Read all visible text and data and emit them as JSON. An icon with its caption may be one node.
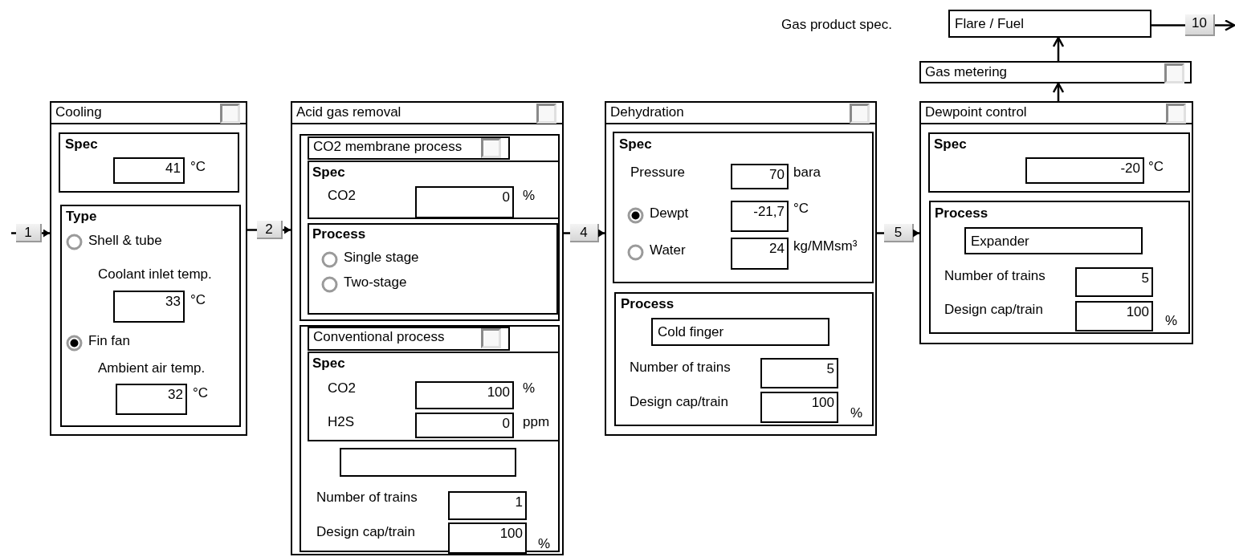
{
  "diagram": {
    "nodes": [
      {
        "text": [
          "1"
        ]
      },
      {
        "text": [
          "Cooling"
        ]
      },
      {
        "text": [
          "Spec"
        ],
        "in": 1
      },
      {
        "text": [
          "41"
        ],
        "in": 2,
        "beside": [
          "°C"
        ]
      },
      {
        "text": [
          "Type",
          "Shell & tube",
          "Coolant inlet temp.",
          "Fin fan",
          "Ambient air temp."
        ],
        "in": 1
      },
      {
        "text": [
          "33"
        ],
        "in": 4,
        "beside": [
          "°C"
        ]
      },
      {
        "text": [
          "32"
        ],
        "in": 4,
        "beside": [
          "°C"
        ]
      },
      {
        "text": [
          "2"
        ]
      },
      {
        "text": [
          "Acid gas removal"
        ]
      },
      {
        "text": [],
        "shape": "box",
        "in": 8
      },
      {
        "text": [
          "CO2 membrane process"
        ],
        "in": 9
      },
      {
        "text": [
          "Spec"
        ],
        "in": 9
      },
      {
        "text": [
          "0"
        ],
        "in": 11,
        "beside": [
          "%"
        ]
      },
      {
        "text": [
          "Process",
          "Single stage",
          "Two-stage"
        ],
        "in": 9
      },
      {
        "text": [],
        "shape": "box",
        "in": 8
      },
      {
        "text": [
          "Conventional process"
        ],
        "in": 14
      },
      {
        "text": [
          "Spec"
        ],
        "in": 14
      },
      {
        "text": [
          "100"
        ],
        "in": 16,
        "beside": [
          "%"
        ]
      },
      {
        "text": [
          "0"
        ],
        "in": 16,
        "beside": [
          "ppm"
        ]
      },
      {
        "text": [],
        "shape": "box",
        "in": 14
      },
      {
        "text": [
          "1"
        ],
        "in": 14
      },
      {
        "text": [
          "100"
        ],
        "in": 14,
        "beside": [
          "Design cap/train",
          "%"
        ]
      },
      {
        "text": [
          "4"
        ]
      },
      {
        "text": [
          "Dehydration"
        ]
      },
      {
        "text": [
          "Spec"
        ],
        "in": 23
      },
      {
        "text": [
          "70"
        ],
        "in": 24,
        "beside": [
          "Pressure",
          "bara"
        ]
      },
      {
        "text": [
          "-21,7"
        ],
        "in": 24,
        "beside": [
          "Dewpt",
          "°C"
        ]
      },
      {
        "text": [
          "24"
        ],
        "in": 24,
        "beside": [
          "Water",
          "kg/MMsm³"
        ]
      },
      {
        "text": [
          "Process"
        ],
        "in": 23
      },
      {
        "text": [
          "Cold finger"
        ],
        "in": 28
      },
      {
        "text": [
          "5"
        ],
        "in": 28
      },
      {
        "text": [
          "100"
        ],
        "in": 28,
        "beside": [
          "Design cap/train",
          "%"
        ]
      },
      {
        "text": [
          "5"
        ]
      },
      {
        "text": [
          "Dewpoint control"
        ]
      },
      {
        "text": [
          "Spec"
        ],
        "in": 33
      },
      {
        "text": [
          "-20"
        ],
        "in": 34,
        "beside": [
          "°C"
        ]
      },
      {
        "text": [
          "Process"
        ],
        "in": 33
      },
      {
        "text": [
          "Expander"
        ],
        "in": 36
      },
      {
        "text": [
          "5"
        ],
        "in": 36
      },
      {
        "text": [
          "100"
        ],
        "in": 36,
        "beside": [
          "Design cap/train",
          "%"
        ]
      },
      {
        "text": [
          "Gas metering"
        ]
      },
      {
        "text": [
          "Flare / Fuel"
        ]
      },
      {
        "text": [
          "10"
        ]
      }
    ],
    "edges": [
      {
        "from": null,
        "to": 0,
        "arrow": "none"
      },
      {
        "from": 0,
        "to": 1,
        "arrow": "to"
      },
      {
        "from": 1,
        "to": 7,
        "arrow": "none"
      },
      {
        "from": 7,
        "to": 8,
        "arrow": "to"
      },
      {
        "from": 8,
        "to": 22,
        "arrow": "none"
      },
      {
        "from": 22,
        "to": 23,
        "arrow": "to"
      },
      {
        "from": 23,
        "to": 32,
        "arrow": "none"
      },
      {
        "from": 32,
        "to": 33,
        "arrow": "to"
      },
      {
        "from": 33,
        "to": 40,
        "arrow": "to"
      },
      {
        "from": 40,
        "to": 41,
        "arrow": "to"
      },
      {
        "from": 41,
        "to": 42,
        "arrow": "none"
      },
      {
        "from": 42,
        "to": null,
        "arrow": "to"
      }
    ],
    "labels": [
      "Gas product spec.",
      "CO2",
      "CO2",
      "H2S",
      "Number of trains",
      "Number of trains",
      "Number of trains"
    ]
  }
}
